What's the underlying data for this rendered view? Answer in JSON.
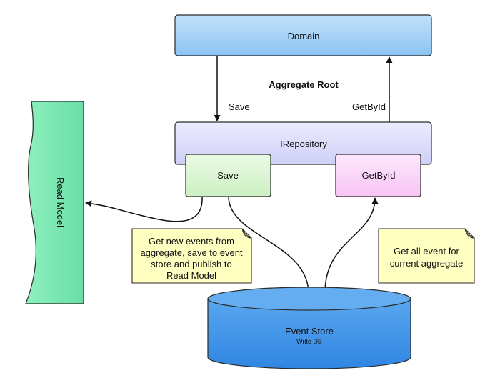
{
  "diagram": {
    "heading": "Aggregate Root",
    "nodes": {
      "domain": {
        "label": "Domain"
      },
      "irepository": {
        "label": "IRepository"
      },
      "save": {
        "label": "Save"
      },
      "getbyid": {
        "label": "GetById"
      },
      "event_store": {
        "label": "Event Store",
        "sublabel": "Write DB"
      },
      "read_model": {
        "label": "Read Model"
      }
    },
    "edges": {
      "save_label": "Save",
      "getbyid_label": "GetById"
    },
    "notes": {
      "save_note": [
        "Get new events from",
        "aggregate, save to event",
        "store and publish to",
        "Read Model"
      ],
      "getbyid_note": [
        "Get all event for",
        "current aggregate"
      ]
    },
    "colors": {
      "domain_fill": "#9fd0f7",
      "irepository_fill": "#dcdcfc",
      "save_fill": "#dff7d8",
      "getbyid_fill": "#fcd8fb",
      "event_store_fill": "#3f92e6",
      "read_model_fill": "#7de8b3",
      "note_fill": "#ffffc2"
    }
  }
}
